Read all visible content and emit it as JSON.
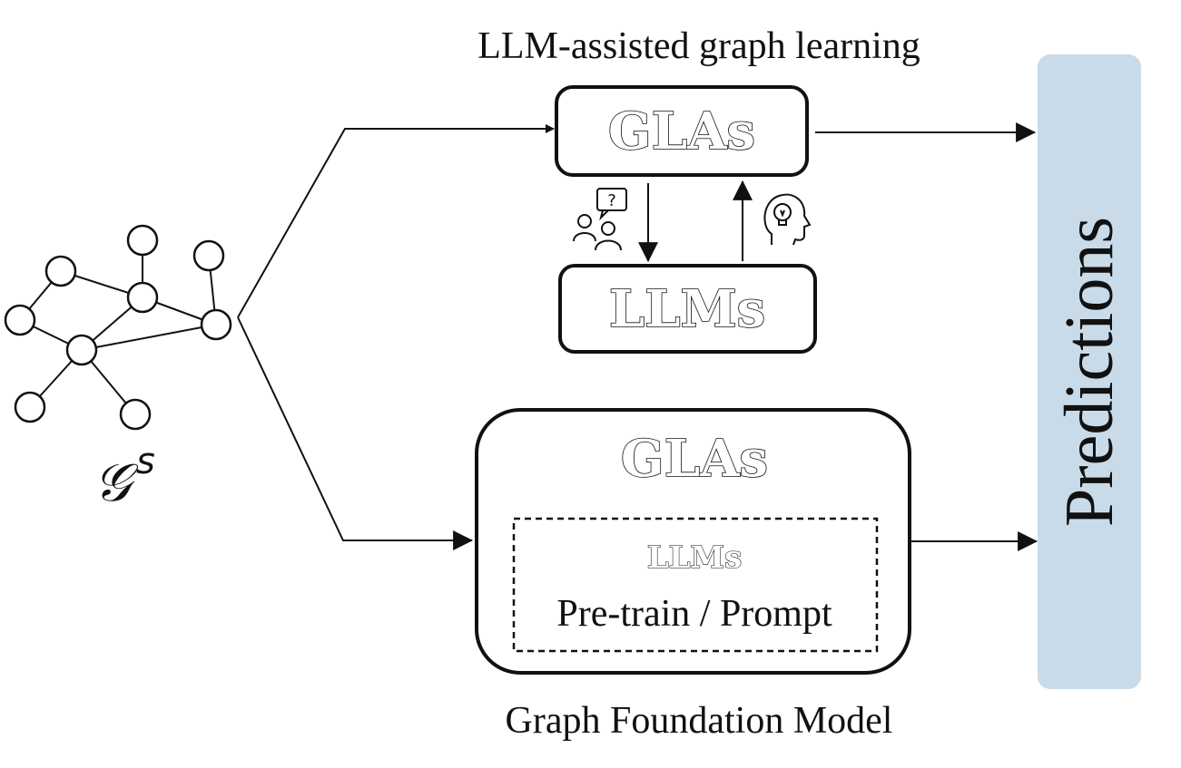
{
  "top_branch": {
    "title": "LLM-assisted graph learning",
    "gla_label": "GLAs",
    "llm_label": "LLMs"
  },
  "bottom_branch": {
    "title": "Graph Foundation Model",
    "gla_label": "GLAs",
    "inner_llm_label": "LLMs",
    "inner_caption": "Pre-train / Prompt"
  },
  "graph": {
    "symbol": "𝒢",
    "superscript": "s"
  },
  "output": {
    "label": "Predictions",
    "fill_color": "#c9dbe9"
  },
  "icons": {
    "left": "people-question-icon",
    "right": "head-lightbulb-icon"
  }
}
